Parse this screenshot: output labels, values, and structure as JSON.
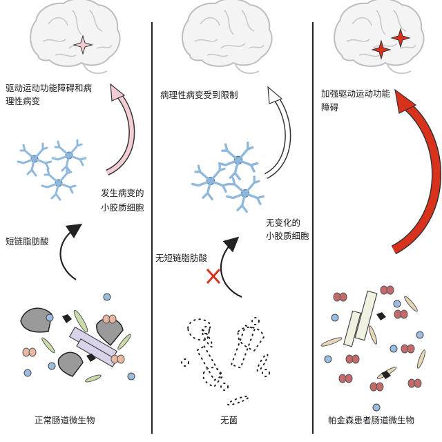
{
  "panels": [
    {
      "id": "normal",
      "top_label": [
        "驱动运动功能障碍和病",
        "理性病变"
      ],
      "cell_label": [
        "发生病变的",
        "小胶质细胞"
      ],
      "signal_label": "短链脂肪酸",
      "bottom_label": "正常肠道微生物",
      "arrow_color": "#f2cdd3",
      "brain_mark": "single-pink-star"
    },
    {
      "id": "germ-free",
      "top_label": [
        "病理性病变受到限制"
      ],
      "cell_label": [
        "无变化的",
        "小胶质细胞"
      ],
      "signal_label": "无短链脂肪酸",
      "bottom_label": "无菌",
      "arrow_color": "#ffffff",
      "brain_mark": "none",
      "blocked_mark": "red-x"
    },
    {
      "id": "parkinson",
      "top_label": [
        "加强驱动运动功能",
        "障碍"
      ],
      "bottom_label": "帕金森患者肠道微生物",
      "arrow_color": "#d9321c",
      "brain_mark": "two-red-stars"
    }
  ],
  "colors": {
    "microglia_blue": "#8fb8dc",
    "star_red": "#d9321c",
    "star_pink": "#f2cdd3"
  }
}
